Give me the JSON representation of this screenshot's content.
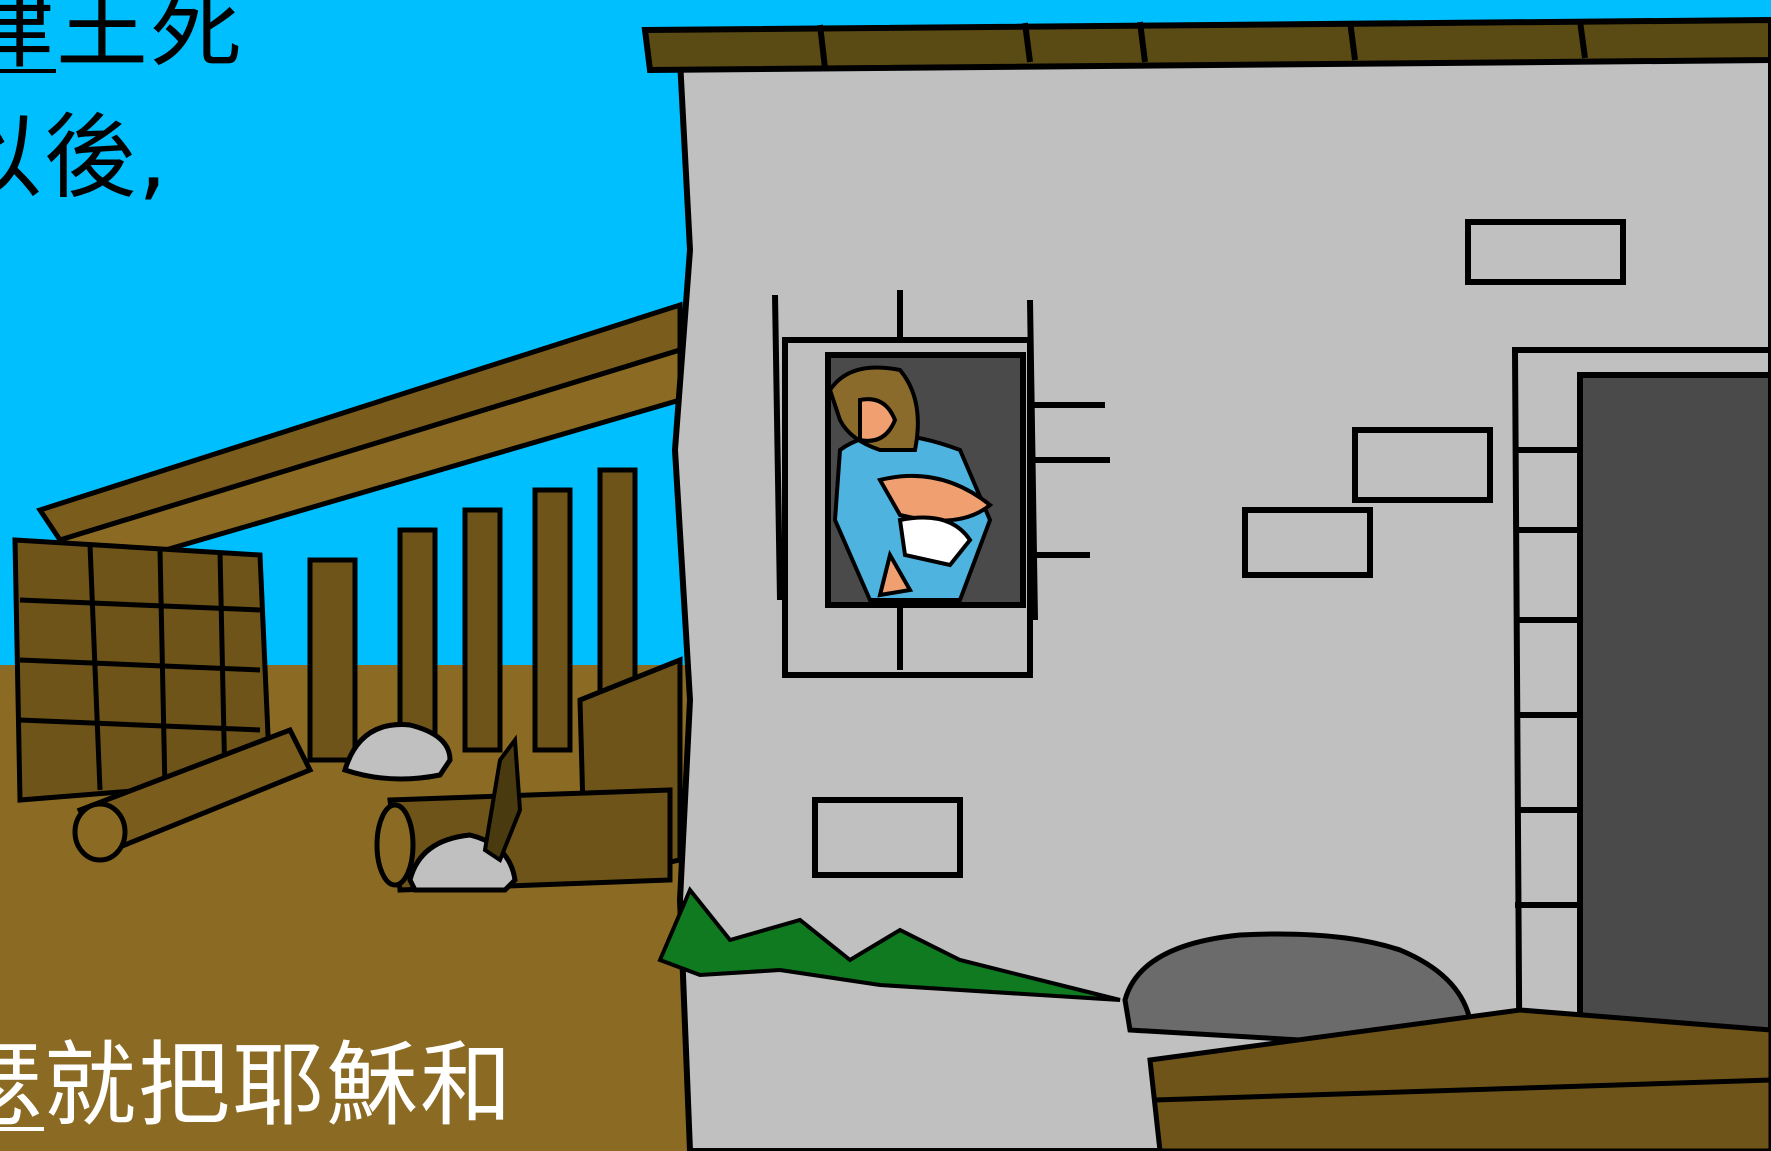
{
  "captions": {
    "top_line_1_underlined": "律",
    "top_line_1_rest": "王死",
    "top_line_2": "以後,",
    "bottom_underlined": "瑟",
    "bottom_rest": "就把耶穌和"
  },
  "colors": {
    "sky": "#00bfff",
    "ground": "#8b6b23",
    "house_wall": "#c0c0c0",
    "roof_wood": "#5a4a14",
    "doorway": "#4a4a4a",
    "grass": "#0f7a1f",
    "rock": "#6b6b6b",
    "mother_robe": "#4fb3e0",
    "skin": "#f0a070",
    "hair": "#8b6b2b"
  }
}
